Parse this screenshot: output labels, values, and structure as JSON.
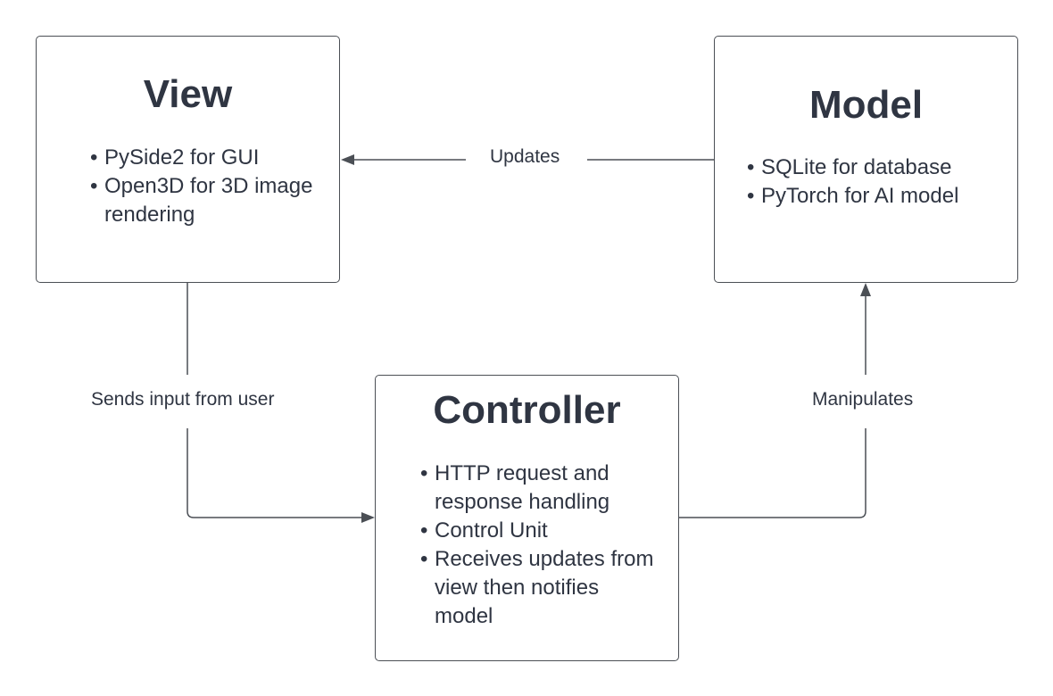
{
  "nodes": {
    "view": {
      "title": "View",
      "items": [
        "PySide2 for GUI",
        "Open3D for 3D image rendering"
      ]
    },
    "model": {
      "title": "Model",
      "items": [
        "SQLite for database",
        "PyTorch for AI model"
      ]
    },
    "controller": {
      "title": "Controller",
      "items": [
        "HTTP request and response handling",
        "Control Unit",
        "Receives updates from view then notifies model"
      ]
    }
  },
  "edges": {
    "model_to_view": {
      "label": "Updates"
    },
    "view_to_controller": {
      "label": "Sends input from user"
    },
    "controller_to_model": {
      "label": "Manipulates"
    }
  },
  "colors": {
    "line": "#4b4f55",
    "text": "#2f3542",
    "background": "#ffffff"
  }
}
